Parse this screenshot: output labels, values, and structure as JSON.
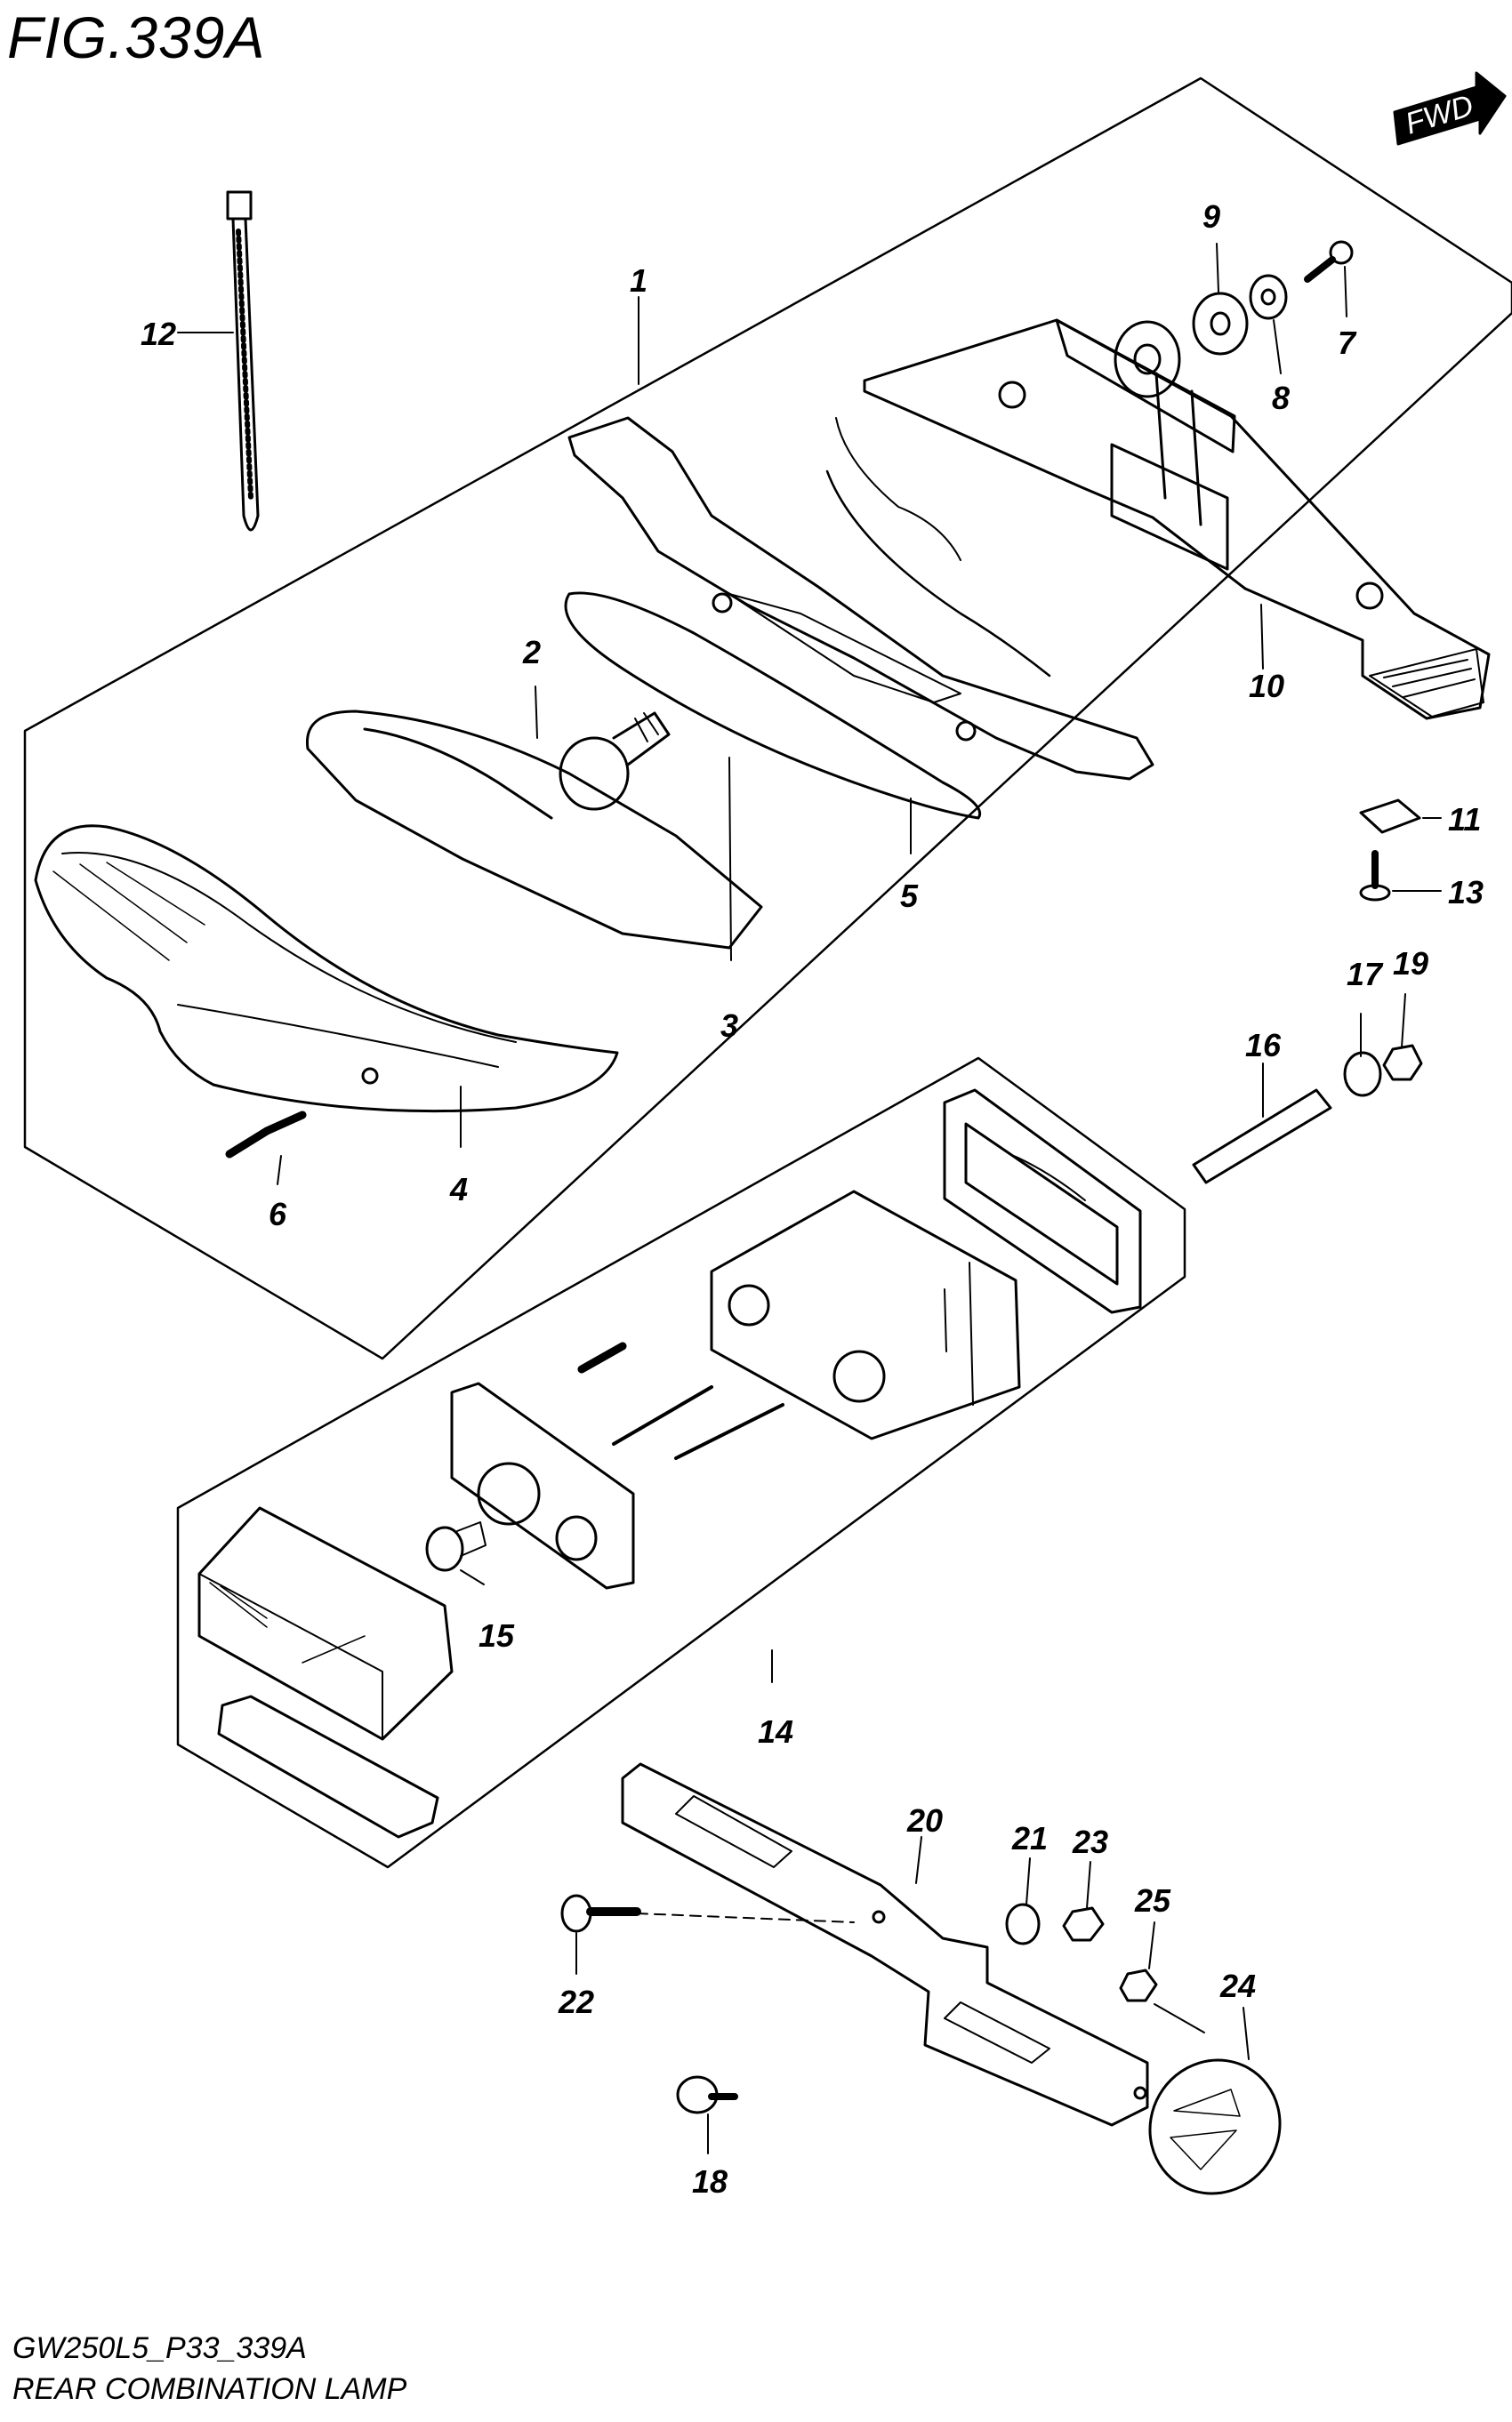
{
  "figure": {
    "title": "FIG.339A",
    "code": "GW250L5_P33_339A",
    "name": "REAR COMBINATION LAMP",
    "fwd_label": "FWD"
  },
  "callouts": [
    "1",
    "2",
    "3",
    "4",
    "5",
    "6",
    "7",
    "8",
    "9",
    "10",
    "11",
    "12",
    "13",
    "14",
    "15",
    "16",
    "17",
    "18",
    "19",
    "20",
    "21",
    "22",
    "23",
    "24",
    "25"
  ]
}
